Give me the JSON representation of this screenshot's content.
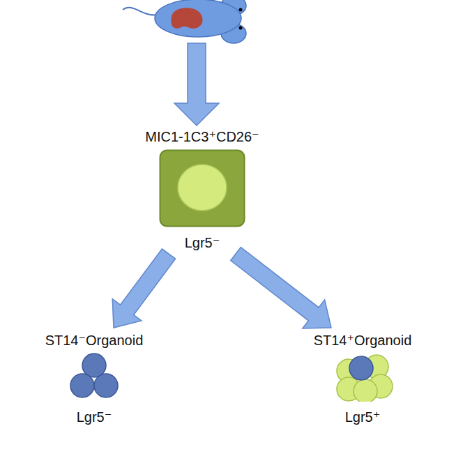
{
  "diagram": {
    "nodes": [
      {
        "text": [
          "MIC1-1C3⁺CD26⁻",
          "Lgr5⁻"
        ]
      },
      {
        "text": [
          "ST14⁻Organoid",
          "Lgr5⁻"
        ]
      },
      {
        "text": [
          "ST14⁺Organoid",
          "Lgr5⁺"
        ]
      }
    ],
    "edges": [
      {
        "from": 0,
        "to": 1,
        "arrow": "to"
      },
      {
        "from": 0,
        "to": 2,
        "arrow": "to"
      }
    ]
  }
}
